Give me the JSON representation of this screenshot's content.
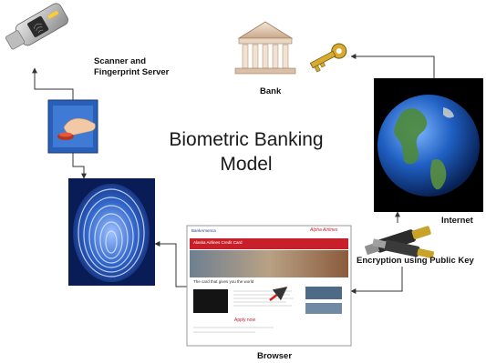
{
  "title_lines": [
    "Biometric Banking",
    "Model"
  ],
  "labels": {
    "scanner": [
      "Scanner and",
      "Fingerprint Server"
    ],
    "bank": "Bank",
    "internet": "Internet",
    "encryption": "Encryption using Public Key",
    "browser": "Browser"
  },
  "browser_page": {
    "brand_left": "BankAmerica",
    "brand_right": "Alpha Airlines",
    "banner": "Alaska Airlines Credit Card",
    "heading": "The card that gives you the world",
    "apply_now": "Apply now"
  },
  "colors": {
    "arrow": "#333333",
    "fingerprint_blue": "#2f63c9",
    "bank_red": "#c8202b",
    "key_gold": "#c9a22a"
  },
  "icons": [
    "usb-scanner-icon",
    "finger-touch-icon",
    "fingerprint-icon",
    "bank-building-icon",
    "key-icon",
    "globe-icon",
    "keys-icon",
    "browser-window-icon"
  ]
}
